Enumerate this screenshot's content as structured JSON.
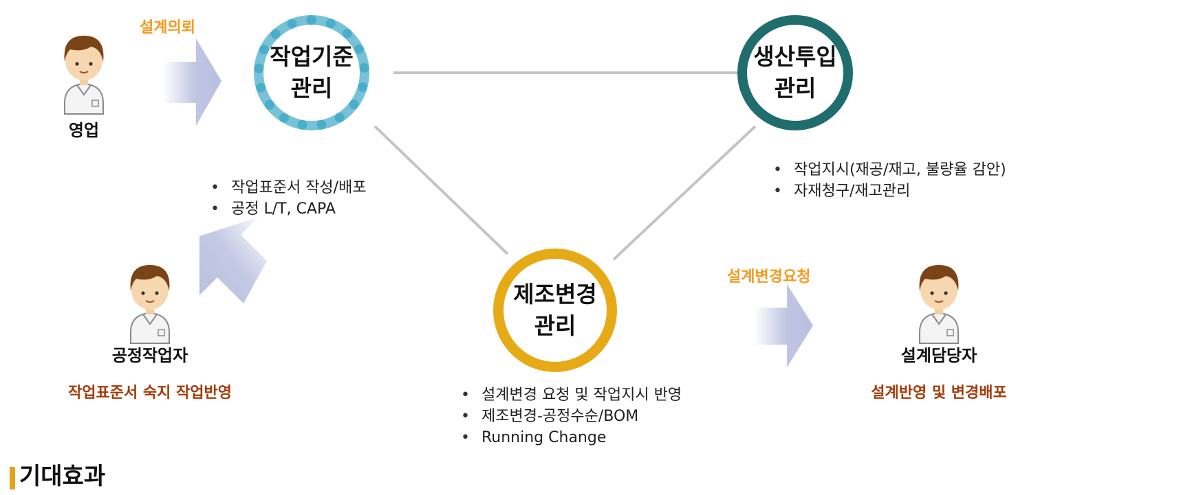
{
  "nodes": {
    "standard": {
      "line1": "작업기준",
      "line2": "관리",
      "color": "#4aaec9"
    },
    "production": {
      "line1": "생산투입",
      "line2": "관리",
      "color": "#1f6d6d"
    },
    "change": {
      "line1": "제조변경",
      "line2": "관리",
      "color": "#e6aa17"
    }
  },
  "roles": {
    "sales": {
      "name": "영업",
      "request": "설계의뢰"
    },
    "worker": {
      "name": "공정작업자",
      "duty": "작업표준서 숙지 작업반영"
    },
    "designer": {
      "name": "설계담당자",
      "request": "설계변경요청",
      "duty": "설계반영 및 변경배포"
    }
  },
  "bullets": {
    "standard": [
      "작업표준서 작성/배포",
      "공정 L/T, CAPA"
    ],
    "production": [
      "작업지시(재공/재고, 불량율 감안)",
      "자재청구/재고관리"
    ],
    "change": [
      "설계변경 요청 및 작업지시 반영",
      "제조변경-공정수순/BOM",
      "Running Change"
    ]
  },
  "section": {
    "title": "기대효과"
  },
  "colors": {
    "arrow": "#b9bfdf",
    "link": "#c4c4c4",
    "accent_orange": "#f39a1f",
    "duty_brown": "#a33c0a",
    "section_bar": "#e7a21c"
  }
}
